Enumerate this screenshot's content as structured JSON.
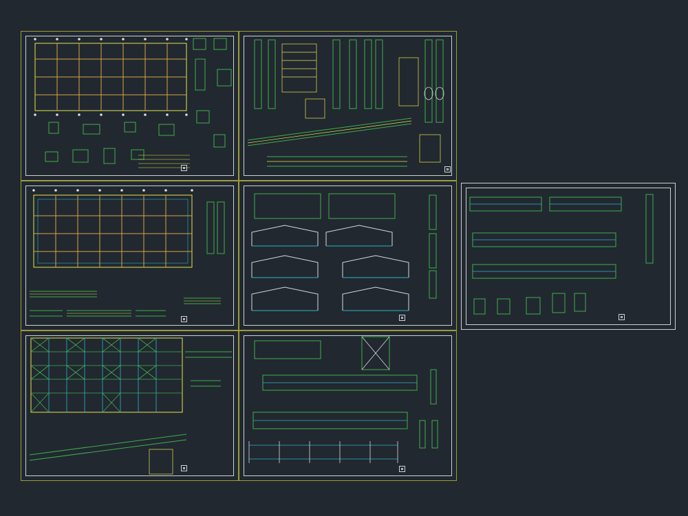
{
  "drawing": {
    "background": "#212830",
    "colors": {
      "frame": "#9c9e3a",
      "border": "#cfd2d4",
      "yellow": "#e6e64a",
      "green": "#3fb04a",
      "cyan": "#2fb5c8",
      "orange": "#d9a640",
      "white": "#d8dcdf"
    },
    "sheets": [
      {
        "id": "sheet-1",
        "content": "foundation-plan"
      },
      {
        "id": "sheet-2",
        "content": "column-details"
      },
      {
        "id": "sheet-3",
        "content": "structural-plan"
      },
      {
        "id": "sheet-4",
        "content": "axis-elevations"
      },
      {
        "id": "sheet-5",
        "content": "beam-elevations"
      },
      {
        "id": "sheet-6",
        "content": "roof-plan"
      },
      {
        "id": "sheet-7",
        "content": "longitudinal-elevations"
      }
    ]
  }
}
